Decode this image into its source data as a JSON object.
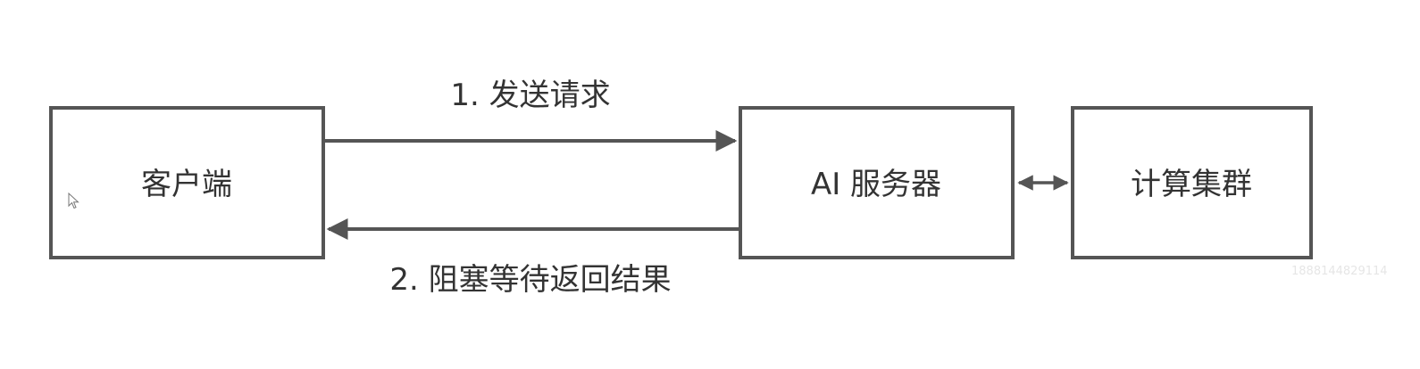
{
  "nodes": {
    "client": {
      "label": "客户端"
    },
    "ai_server": {
      "label": "AI 服务器"
    },
    "compute_cluster": {
      "label": "计算集群"
    }
  },
  "edges": {
    "request": {
      "label": "1. 发送请求"
    },
    "response": {
      "label": "2. 阻塞等待返回结果"
    }
  },
  "watermark": {
    "text": "1888144829114"
  },
  "colors": {
    "stroke": "#555555",
    "text": "#333333",
    "background": "#ffffff"
  }
}
